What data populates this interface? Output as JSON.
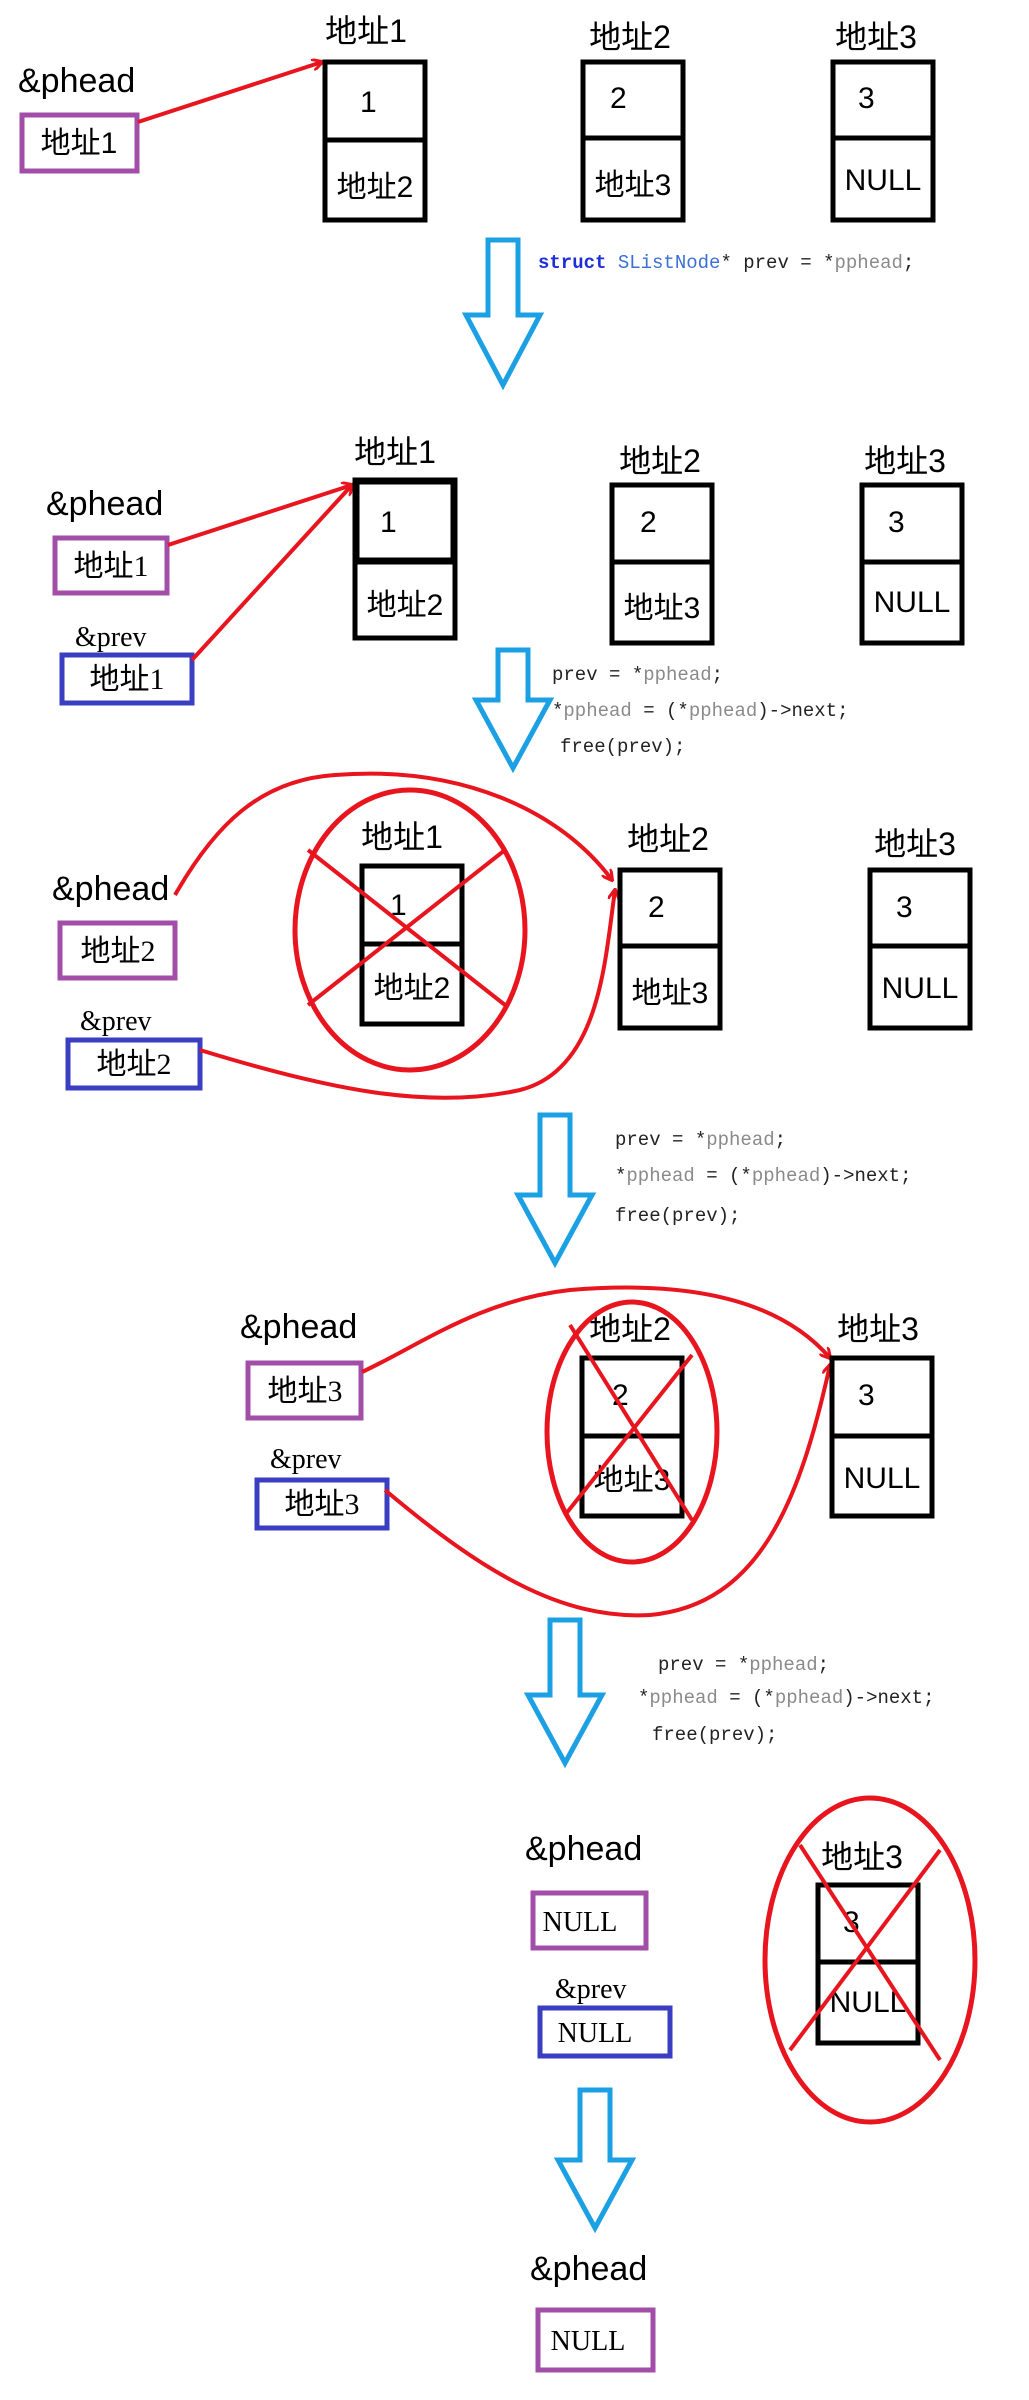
{
  "colors": {
    "red": "#e8141e",
    "purple": "#a24ea8",
    "blue": "#3a3ec0",
    "cyan": "#1ca0e4",
    "black": "#000000"
  },
  "nodes": {
    "addr1": "地址1",
    "addr2": "地址2",
    "addr3": "地址3",
    "val1": "1",
    "val2": "2",
    "val3": "3",
    "null": "NULL"
  },
  "vars": {
    "phead": "&phead",
    "prev": "&prev",
    "phead_s1": "地址1",
    "phead_s2": "地址1",
    "prev_s2": "地址1",
    "phead_s3": "地址2",
    "prev_s3": "地址2",
    "phead_s4": "地址3",
    "prev_s4": "地址3",
    "phead_s5": "NULL",
    "prev_s5": "NULL",
    "phead_s6": "NULL"
  },
  "code": {
    "decl_kw": "struct",
    "decl_type": "SListNode",
    "decl_rest1": "* prev = *",
    "decl_rest2": "pphead",
    "decl_end": ";",
    "l1_a": "prev = *",
    "l1_b": "pphead",
    "l1_c": ";",
    "l2_a": "*",
    "l2_b": "pphead",
    "l2_c": " = (*",
    "l2_d": "pphead",
    "l2_e": ")->next;",
    "l3": "free(prev);"
  }
}
